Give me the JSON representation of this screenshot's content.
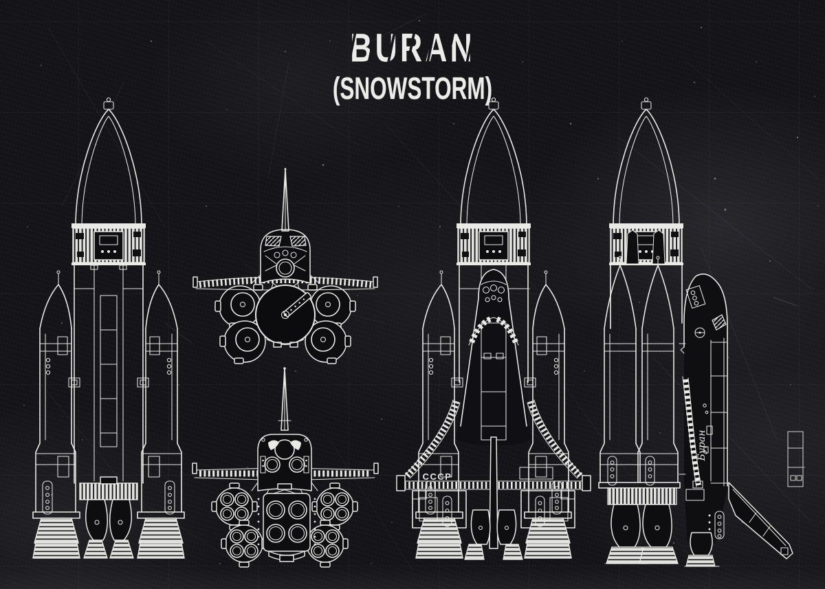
{
  "poster": {
    "title": "BURAN",
    "subtitle": "(SNOWSTORM)"
  },
  "markings": {
    "wing_text": "CCCP",
    "orbiter_text": "Буран"
  },
  "colors": {
    "background": "#141418",
    "ink": "#e9e9e5",
    "chalk_white": "#f2f2ef",
    "dark_fill": "#0e0e11"
  },
  "views": {
    "left": "energia-rocket-side-view",
    "center_top": "orbiter-stack-front-detail",
    "center_bottom": "stack-rear-view",
    "center_right": "energia-buran-front-view",
    "right": "energia-buran-side-view"
  }
}
